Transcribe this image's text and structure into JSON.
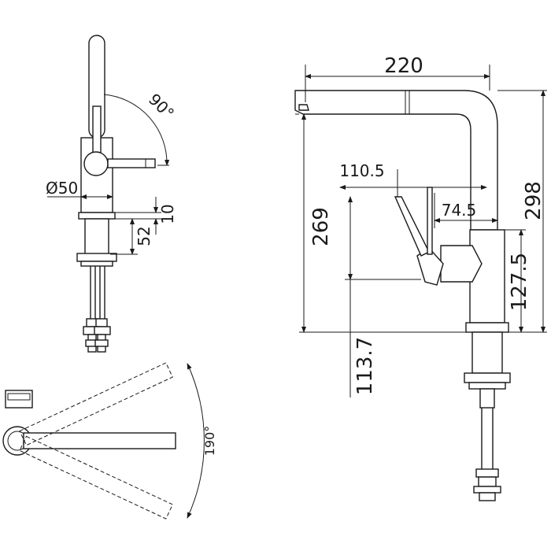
{
  "dimensions": {
    "d220": "220",
    "d298": "298",
    "d269": "269",
    "d110_5": "110.5",
    "d74_5": "74.5",
    "d127_5": "127.5",
    "d113_7": "113.7",
    "d50": "Ø50",
    "d10": "10",
    "d52": "52",
    "a90": "90°",
    "a190": "190°"
  }
}
